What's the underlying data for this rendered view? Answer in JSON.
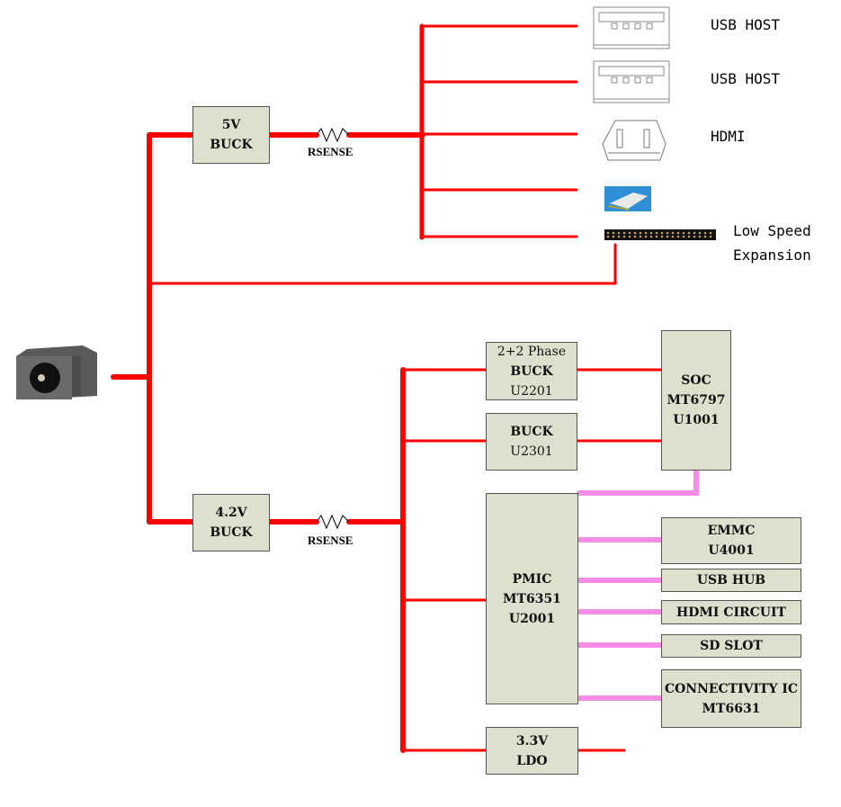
{
  "title": "Power Tree Block Diagram",
  "colors": {
    "power_line": "#ff0000",
    "signal_line": "#f58ce6",
    "block_fill": "#dde0cc",
    "block_border": "#555555"
  },
  "input": {
    "name": "DC Barrel Jack",
    "icon": "dc-jack-icon"
  },
  "upper_rail": {
    "buck": {
      "line1": "5V",
      "line2": "BUCK"
    },
    "sense": "RSENSE",
    "outputs": [
      {
        "icon": "usb-a-connector-icon",
        "label": "USB HOST"
      },
      {
        "icon": "usb-a-connector-icon",
        "label": "USB HOST"
      },
      {
        "icon": "hdmi-connector-icon",
        "label": "HDMI"
      },
      {
        "icon": "smd-component-icon",
        "label": ""
      },
      {
        "icon": "pin-header-icon",
        "label_line1": "Low Speed",
        "label_line2": "Expansion"
      }
    ]
  },
  "lower_rail": {
    "buck": {
      "line1": "4.2V",
      "line2": "BUCK"
    },
    "sense": "RSENSE",
    "blocks": {
      "phase_buck": [
        "2+2 Phase",
        "BUCK",
        "U2201"
      ],
      "buck": [
        "BUCK",
        "U2301"
      ],
      "soc": [
        "SOC",
        "MT6797",
        "U1001"
      ],
      "pmic": [
        "PMIC",
        "MT6351",
        "U2001"
      ],
      "ldo": [
        "3.3V",
        "LDO"
      ]
    },
    "pmic_loads": [
      {
        "lines": [
          "EMMC",
          "U4001"
        ]
      },
      {
        "lines": [
          "USB HUB"
        ]
      },
      {
        "lines": [
          "HDMI CIRCUIT"
        ]
      },
      {
        "lines": [
          "SD SLOT"
        ]
      },
      {
        "lines": [
          "CONNECTIVITY IC",
          "MT6631"
        ]
      }
    ]
  }
}
